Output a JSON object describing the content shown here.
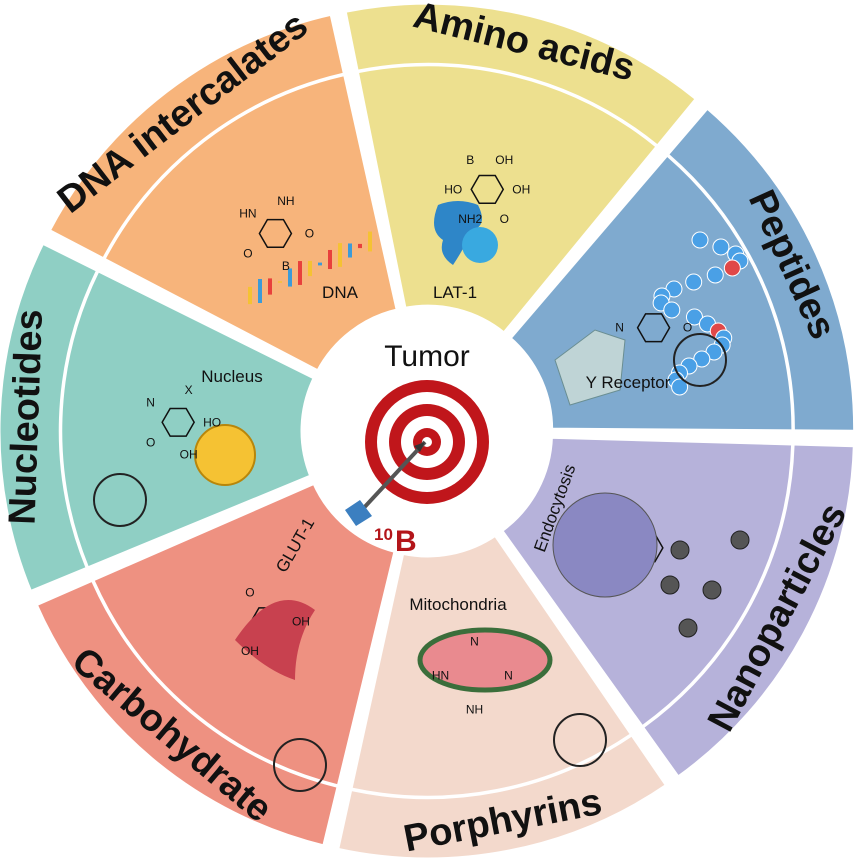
{
  "center": {
    "title": "Tumor",
    "isotope_mass": "10",
    "isotope_symbol": "B",
    "target_color": "#C0161B"
  },
  "sectors": [
    {
      "name": "Amino acids",
      "color": "#EDE08F",
      "inner_label": "LAT-1",
      "chem": [
        "OH",
        "O",
        "NH2",
        "HO",
        "B",
        "OH"
      ]
    },
    {
      "name": "Peptides",
      "color": "#7FAACF",
      "inner_label": "Y Receptor",
      "chem": [
        "O",
        "N"
      ]
    },
    {
      "name": "Nanoparticles",
      "color": "#B6B2DA",
      "inner_label": "Endocytosis",
      "chem": []
    },
    {
      "name": "Porphyrins",
      "color": "#F3D9CC",
      "inner_label": "Mitochondria",
      "chem": [
        "N",
        "NH",
        "HN",
        "N"
      ]
    },
    {
      "name": "Carbohydrate",
      "color": "#EE9181",
      "inner_label": "GLUT-1",
      "chem": [
        "OH",
        "OH",
        "O"
      ]
    },
    {
      "name": "Nucleotides",
      "color": "#8FCFC4",
      "inner_label": "Nucleus",
      "chem": [
        "HO",
        "OH",
        "O",
        "N",
        "X"
      ]
    },
    {
      "name": "DNA intercalates",
      "color": "#F7B47B",
      "inner_label": "DNA",
      "chem": [
        "O",
        "B",
        "O",
        "HN",
        "NH"
      ]
    }
  ]
}
